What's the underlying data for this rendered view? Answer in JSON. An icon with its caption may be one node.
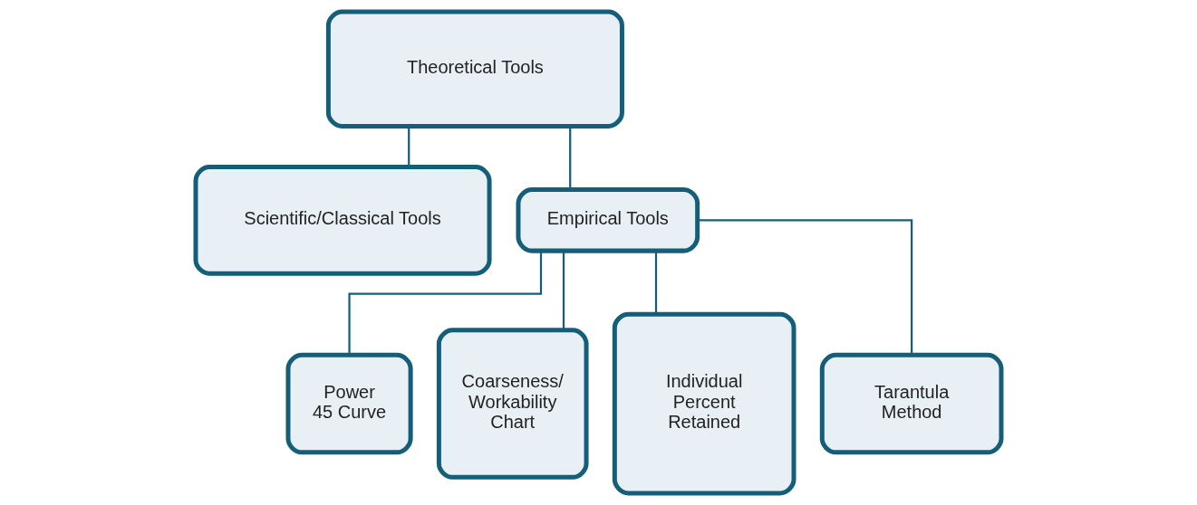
{
  "diagram": {
    "nodes": [
      {
        "text": [
          "Theoretical Tools"
        ]
      },
      {
        "text": [
          "Scientific/Classical Tools"
        ]
      },
      {
        "text": [
          "Empirical Tools"
        ]
      },
      {
        "text": [
          "Power 45 Curve"
        ]
      },
      {
        "text": [
          "Coarseness/ Workability Chart"
        ]
      },
      {
        "text": [
          "Individual Percent Retained"
        ]
      },
      {
        "text": [
          "Tarantula Method"
        ]
      }
    ],
    "edges": [
      {
        "from": 0,
        "to": 1,
        "arrow": "none"
      },
      {
        "from": 0,
        "to": 2,
        "arrow": "none"
      },
      {
        "from": 2,
        "to": 3,
        "arrow": "none"
      },
      {
        "from": 2,
        "to": 4,
        "arrow": "none"
      },
      {
        "from": 2,
        "to": 5,
        "arrow": "none"
      },
      {
        "from": 2,
        "to": 6,
        "arrow": "none"
      }
    ]
  }
}
